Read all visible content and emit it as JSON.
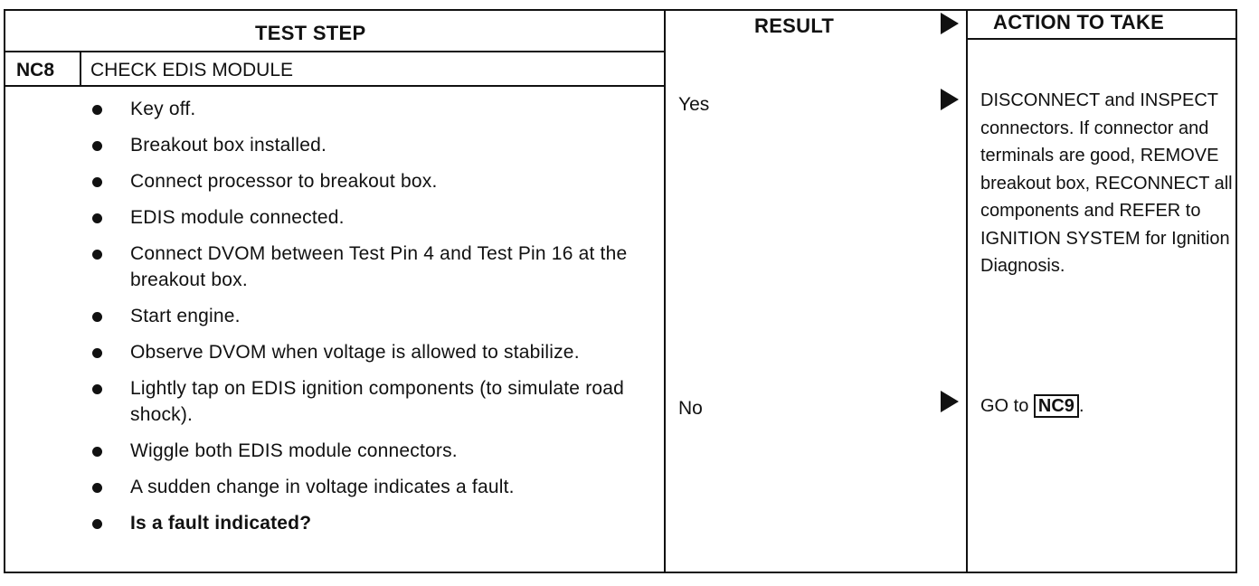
{
  "header": {
    "test_step": "TEST STEP",
    "result": "RESULT",
    "action": "ACTION TO TAKE"
  },
  "step": {
    "id": "NC8",
    "title": "CHECK EDIS MODULE",
    "bullets": [
      "Key off.",
      "Breakout box installed.",
      "Connect processor to breakout box.",
      "EDIS module connected.",
      "Connect DVOM between Test Pin 4 and Test Pin 16 at the breakout box.",
      "Start engine.",
      "Observe DVOM when voltage is allowed to stabilize.",
      "Lightly tap on EDIS ignition components (to simulate road shock).",
      "Wiggle both EDIS module connectors.",
      "A sudden change in voltage indicates a fault.",
      "Is a fault indicated?"
    ]
  },
  "results": [
    {
      "answer": "Yes",
      "action": "DISCONNECT and INSPECT connectors. If connector and terminals are good, REMOVE breakout box, RECONNECT all components and REFER to IGNITION SYSTEM for Ignition Diagnosis."
    },
    {
      "answer": "No",
      "action_prefix": "GO to",
      "action_ref": "NC9",
      "action_suffix": "."
    }
  ]
}
